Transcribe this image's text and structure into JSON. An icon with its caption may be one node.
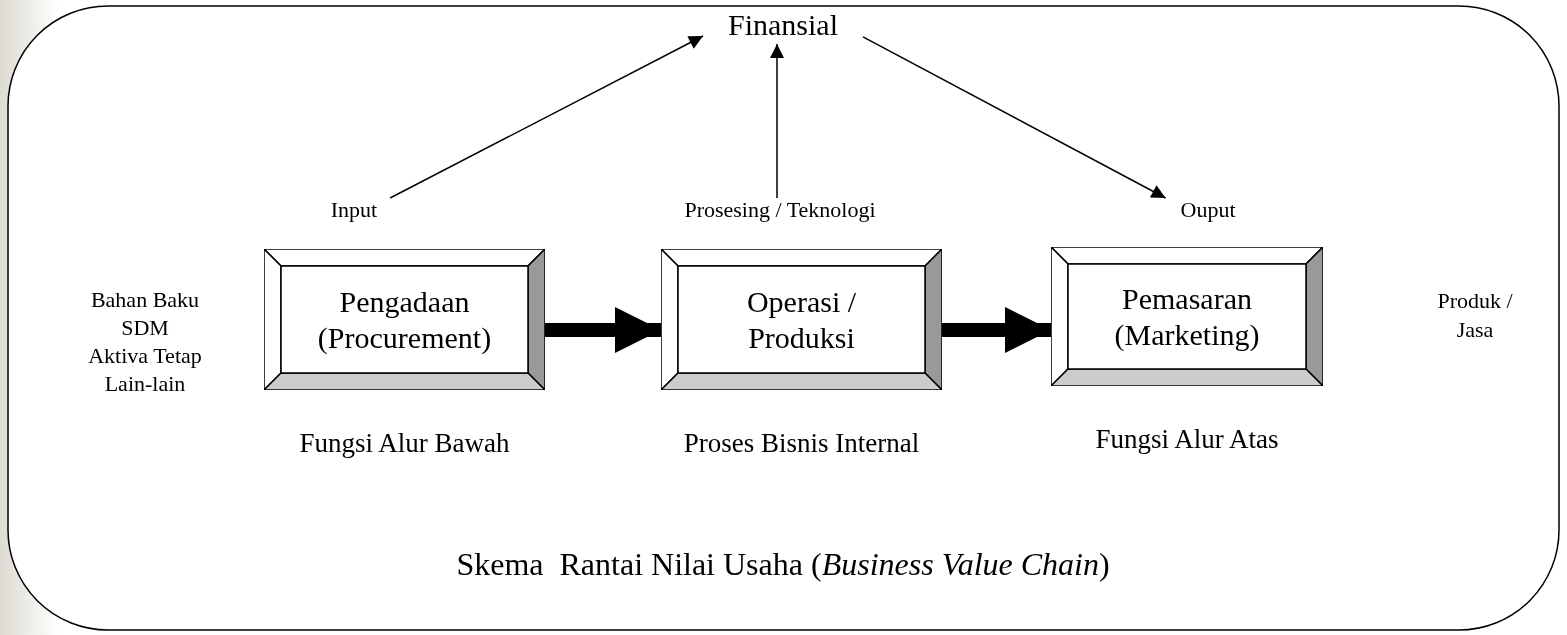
{
  "diagram": {
    "caption": "Skema  Rantai Nilai Usaha (*Business Value Chain*)",
    "nodes": [
      {
        "text": [
          "Finansial"
        ]
      },
      {
        "text": [
          "Input"
        ]
      },
      {
        "text": [
          "Prosesing / Teknologi"
        ]
      },
      {
        "text": [
          "Ouput"
        ]
      },
      {
        "text": [
          "Pengadaan (Procurement)"
        ],
        "beside": [
          "Fungsi Alur Bawah"
        ]
      },
      {
        "text": [
          "Operasi / Produksi"
        ],
        "beside": [
          "Proses Bisnis Internal"
        ]
      },
      {
        "text": [
          "Pemasaran (Marketing)"
        ],
        "beside": [
          "Fungsi Alur Atas"
        ]
      }
    ],
    "edges": [
      {
        "from": 1,
        "to": 0,
        "arrow": "to"
      },
      {
        "from": 2,
        "to": 0,
        "arrow": "to"
      },
      {
        "from": 0,
        "to": 3,
        "arrow": "to"
      },
      {
        "from": 4,
        "to": 5,
        "arrow": "to",
        "style": "thick"
      },
      {
        "from": 5,
        "to": 6,
        "arrow": "to",
        "style": "thick"
      }
    ],
    "labels": [
      "Bahan Baku",
      "SDM",
      "Aktiva Tetap",
      "Lain-lain",
      "Produk / Jasa"
    ]
  }
}
